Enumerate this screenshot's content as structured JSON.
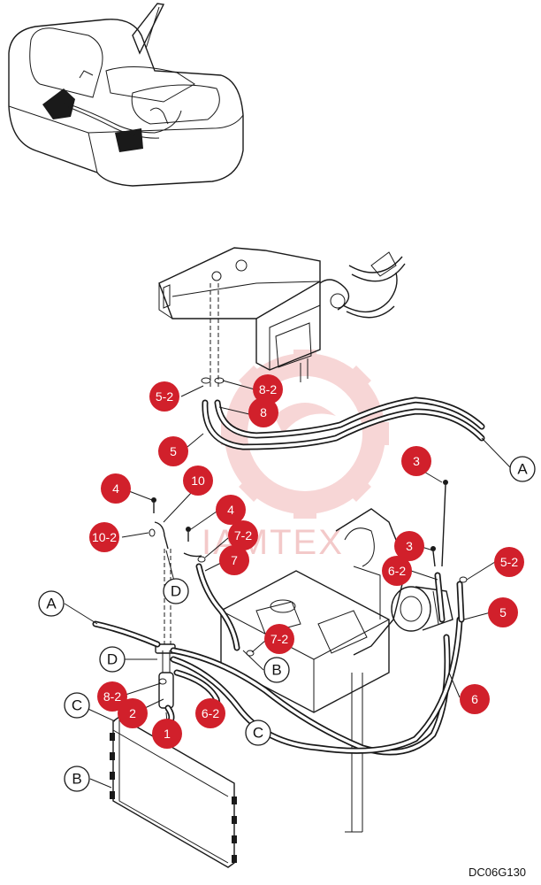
{
  "diagram": {
    "code": "DC06G130",
    "watermark": "IAMTEX",
    "colors": {
      "callout": "#d1202b",
      "line": "#1a1a1a",
      "watermark": "#f3c9c9"
    },
    "callouts": [
      {
        "id": "c-5-2-top",
        "label": "5-2"
      },
      {
        "id": "c-8-2-top",
        "label": "8-2"
      },
      {
        "id": "c-8",
        "label": "8"
      },
      {
        "id": "c-5-top",
        "label": "5"
      },
      {
        "id": "c-3-right",
        "label": "3"
      },
      {
        "id": "c-4-left",
        "label": "4"
      },
      {
        "id": "c-10",
        "label": "10"
      },
      {
        "id": "c-4-mid",
        "label": "4"
      },
      {
        "id": "c-10-2",
        "label": "10-2"
      },
      {
        "id": "c-7-2-top",
        "label": "7-2"
      },
      {
        "id": "c-7",
        "label": "7"
      },
      {
        "id": "c-3-mid",
        "label": "3"
      },
      {
        "id": "c-6-2-right",
        "label": "6-2"
      },
      {
        "id": "c-5-2-right",
        "label": "5-2"
      },
      {
        "id": "c-5-right",
        "label": "5"
      },
      {
        "id": "c-7-2-low",
        "label": "7-2"
      },
      {
        "id": "c-8-2-low",
        "label": "8-2"
      },
      {
        "id": "c-2",
        "label": "2"
      },
      {
        "id": "c-6-2-low",
        "label": "6-2"
      },
      {
        "id": "c-1",
        "label": "1"
      },
      {
        "id": "c-6",
        "label": "6"
      }
    ],
    "references": [
      {
        "id": "r-a-right",
        "label": "A"
      },
      {
        "id": "r-d-upper",
        "label": "D"
      },
      {
        "id": "r-a-left",
        "label": "A"
      },
      {
        "id": "r-b-mid",
        "label": "B"
      },
      {
        "id": "r-d-lower",
        "label": "D"
      },
      {
        "id": "r-c-left",
        "label": "C"
      },
      {
        "id": "r-c-mid",
        "label": "C"
      },
      {
        "id": "r-b-left",
        "label": "B"
      }
    ]
  }
}
